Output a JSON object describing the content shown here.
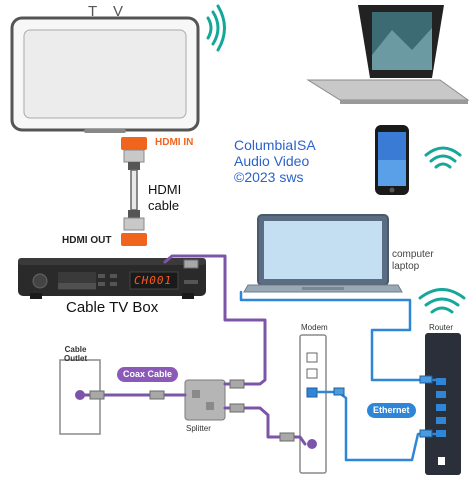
{
  "labels": {
    "tv_title": "T V",
    "credit": "ColumbiaISA\nAudio Video\n©2023 sws",
    "hdmi_in": "HDMI IN",
    "hdmi_cable": "HDMI\ncable",
    "hdmi_out": "HDMI OUT",
    "cable_box": "Cable TV Box",
    "box_display": "CH001",
    "laptop": "computer\nlaptop",
    "cable_outlet": "Cable\nOutlet",
    "coax_cable": "Coax Cable",
    "splitter": "Splitter",
    "modem": "Modem",
    "router": "Router",
    "ethernet": "Ethernet"
  },
  "colors": {
    "coax": "#7d55a8",
    "ethernet": "#2f86d6",
    "hdmi_accent": "#f0641e",
    "wifi": "#14a79a",
    "credit_text": "#2b63c9"
  }
}
